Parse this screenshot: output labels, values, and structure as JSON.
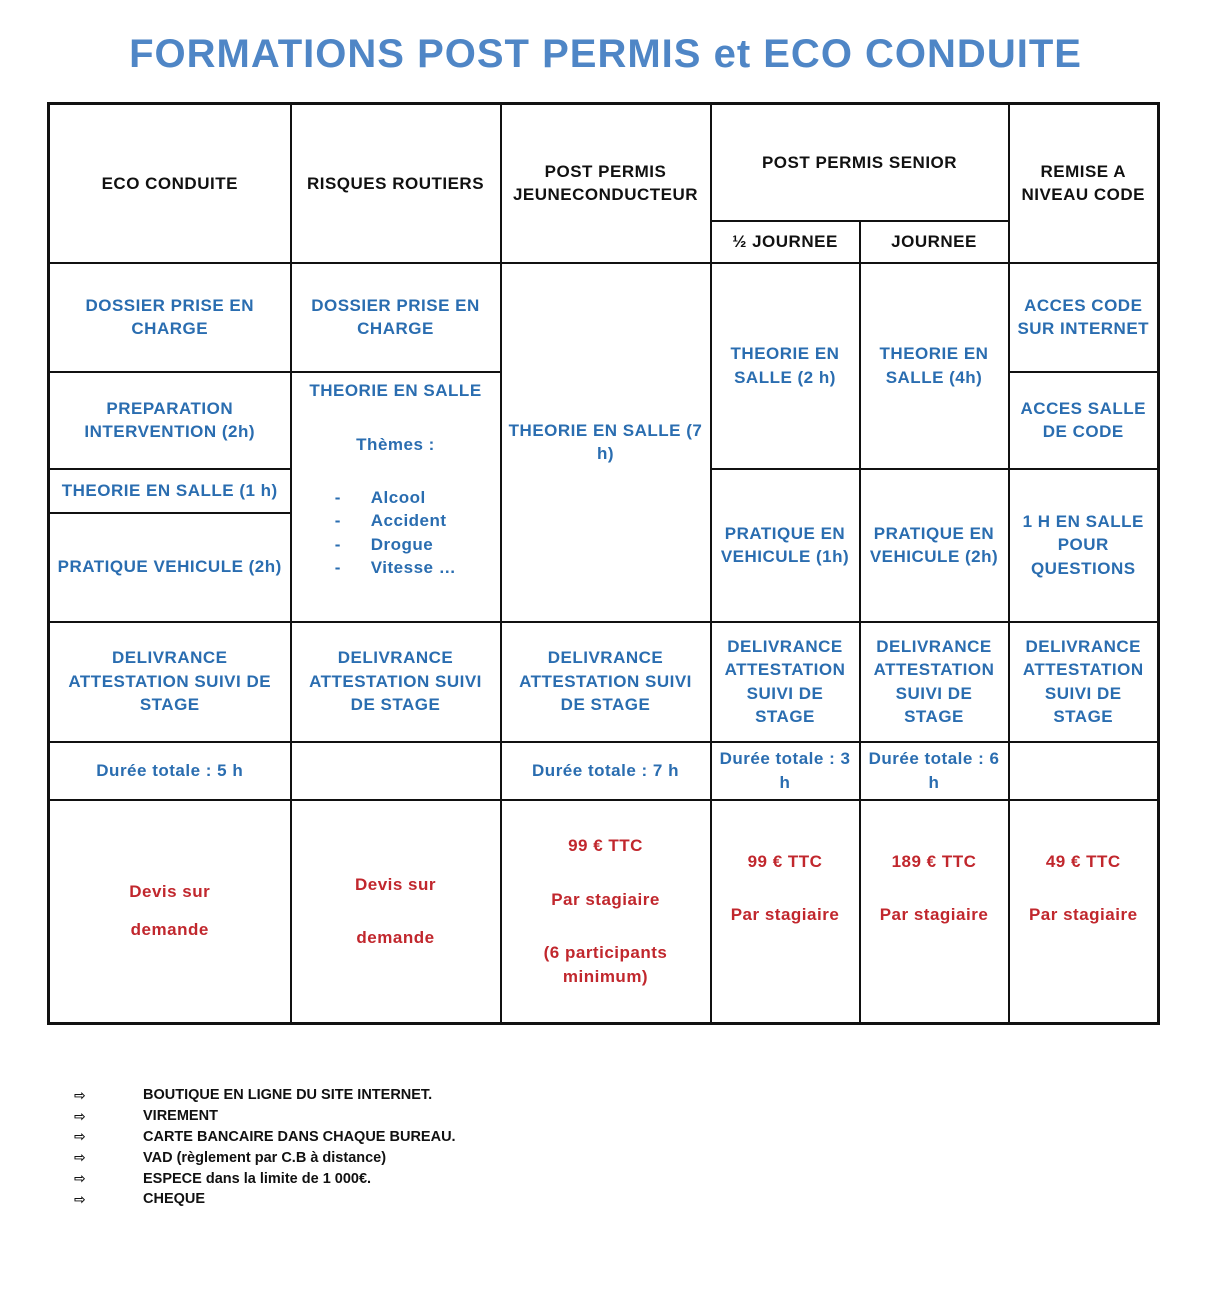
{
  "title": "FORMATIONS POST PERMIS et ECO CONDUITE",
  "headers": {
    "eco": "ECO CONDUITE",
    "risques": "RISQUES ROUTIERS",
    "jeune_1": "POST PERMIS",
    "jeune_2": "JEUNECONDUCTEUR",
    "senior": "POST PERMIS SENIOR",
    "senior_half": "½ JOURNEE",
    "senior_full": "JOURNEE",
    "remise_1": "REMISE A",
    "remise_2": "NIVEAU CODE"
  },
  "eco": {
    "step1": "DOSSIER PRISE EN CHARGE",
    "step2": "PREPARATION INTERVENTION (2h)",
    "step3": "THEORIE EN SALLE (1 h)",
    "step4": "PRATIQUE VEHICULE (2h)",
    "delivery": "DELIVRANCE ATTESTATION SUIVI DE STAGE",
    "duration": "Durée totale : 5 h",
    "price_1": "Devis sur",
    "price_2": "demande"
  },
  "risques": {
    "step1": "DOSSIER PRISE EN CHARGE",
    "theory": "THEORIE EN SALLE",
    "themes_label": "Thèmes :",
    "themes": [
      "Alcool",
      "Accident",
      "Drogue",
      "Vitesse …"
    ],
    "delivery": "DELIVRANCE ATTESTATION SUIVI DE STAGE",
    "duration": "",
    "price_1": "Devis sur",
    "price_2": "demande"
  },
  "jeune": {
    "theory": "THEORIE EN SALLE (7 h)",
    "delivery": "DELIVRANCE ATTESTATION SUIVI DE STAGE",
    "duration": "Durée totale : 7 h",
    "price_1": "99 € TTC",
    "price_2": "Par stagiaire",
    "price_3": "(6 participants minimum)"
  },
  "senior_half": {
    "theory": "THEORIE EN SALLE (2 h)",
    "practice": "PRATIQUE EN VEHICULE (1h)",
    "delivery": "DELIVRANCE ATTESTATION SUIVI DE STAGE",
    "duration": "Durée totale : 3 h",
    "price_1": "99 € TTC",
    "price_2": "Par stagiaire"
  },
  "senior_full": {
    "theory": "THEORIE EN SALLE (4h)",
    "practice": "PRATIQUE EN VEHICULE (2h)",
    "delivery": "DELIVRANCE ATTESTATION SUIVI DE STAGE",
    "duration": "Durée totale : 6 h",
    "price_1": "189 € TTC",
    "price_2": "Par stagiaire"
  },
  "remise": {
    "step1": "ACCES CODE SUR INTERNET",
    "step2": "ACCES SALLE DE CODE",
    "step3": "1 H EN SALLE POUR QUESTIONS",
    "delivery": "DELIVRANCE ATTESTATION SUIVI DE STAGE",
    "duration": "",
    "price_1": "49 € TTC",
    "price_2": "Par stagiaire"
  },
  "payment": {
    "arrow": "⇨",
    "methods": [
      "BOUTIQUE EN LIGNE DU SITE INTERNET.",
      "VIREMENT",
      "CARTE BANCAIRE DANS CHAQUE BUREAU.",
      "VAD (règlement par C.B à distance)",
      "ESPECE dans la limite de 1 000€.",
      "CHEQUE"
    ]
  },
  "colors": {
    "title": "#4f86c6",
    "step_text": "#2a6db0",
    "price": "#c1272d",
    "border": "#111111"
  }
}
